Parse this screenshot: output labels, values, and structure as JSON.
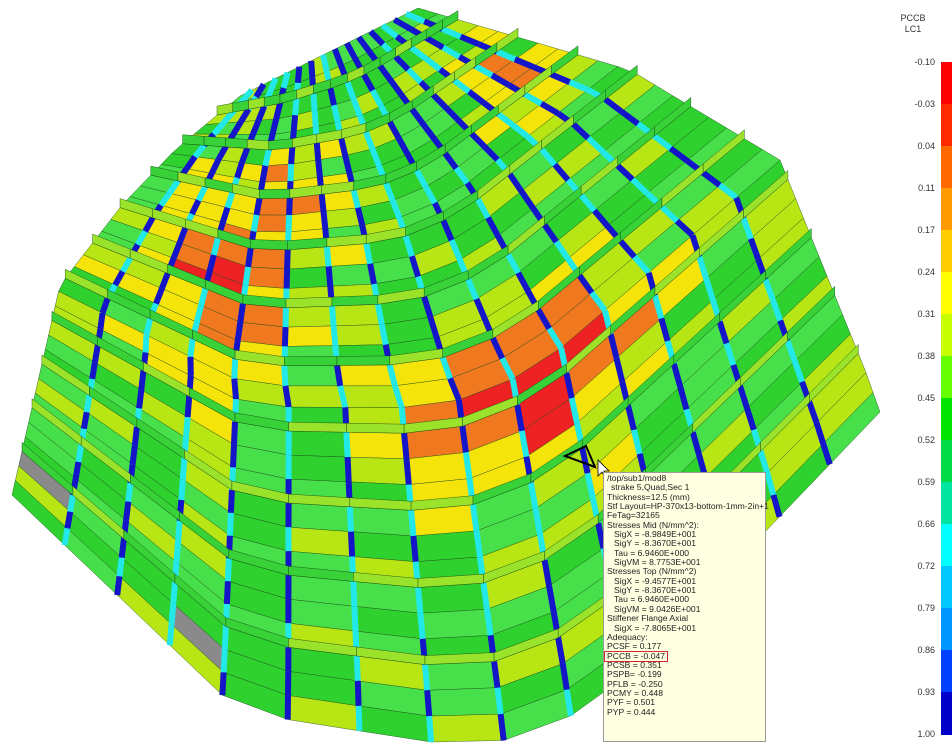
{
  "legend": {
    "title_line1": "PCCB",
    "title_line2": "LC1",
    "ticks": [
      "-0.10",
      "-0.03",
      "0.04",
      "0.11",
      "0.17",
      "0.24",
      "0.31",
      "0.38",
      "0.45",
      "0.52",
      "0.59",
      "0.66",
      "0.72",
      "0.79",
      "0.86",
      "0.93",
      "1.00"
    ],
    "colors": [
      "#ff0000",
      "#ff2a00",
      "#ff6a00",
      "#ff9a00",
      "#ffcc00",
      "#ffff00",
      "#c8ff00",
      "#66ff00",
      "#00e400",
      "#00dc46",
      "#00e6a0",
      "#00ffff",
      "#00c8ff",
      "#0096ff",
      "#0040ff",
      "#0000c8"
    ]
  },
  "tooltip": {
    "path": "/top/sub1/mod8",
    "strake": "strake 5,Quad,Sec 1",
    "thickness": "Thickness=12.5 (mm)",
    "stf_layout": "Stf Layout=HP-370x13-bottom-1mm-2in+1",
    "fetag": "FeTag=32165",
    "stresses_mid_header": "Stresses Mid (N/mm^2):",
    "mid_sigx": "SigX = -8.9849E+001",
    "mid_sigy": "SigY = -8.3670E+001",
    "mid_tau": "Tau = 6.9460E+000",
    "mid_sigvm": "SigVM = 8.7753E+001",
    "stresses_top_header": "Stresses Top (N/mm^2)",
    "top_sigx": "SigX = -9.4577E+001",
    "top_sigy": "SigY = -8.3670E+001",
    "top_tau": "Tau = 6.9460E+000",
    "top_sigvm": "SigVM = 9.0426E+001",
    "stiffener_header": "Stiffener Flange Axial",
    "stf_sigx": "SigX = -7.8065E+001",
    "adequacy_header": "Adequacy:",
    "pcsf": "PCSF = 0.177",
    "pccb": "PCCB = -0.047",
    "pcsb": "PCSB = 0.351",
    "pspb": "PSPB= -0.199",
    "pflb": "PFLB = -0.250",
    "pcmy": "PCMY = 0.448",
    "pyf": "PYF = 0.501",
    "pyp": "PYP = 0.444"
  },
  "mesh": {
    "palette": {
      "red": "#ee2222",
      "orange": "#f0781e",
      "yellow": "#f4e40a",
      "yellowgreen": "#b8e614",
      "green": "#2ed12e",
      "ltgreen": "#48e04a",
      "cyan": "#22e8e8",
      "blue": "#1414c8",
      "gray": "#8a8a8a"
    }
  }
}
